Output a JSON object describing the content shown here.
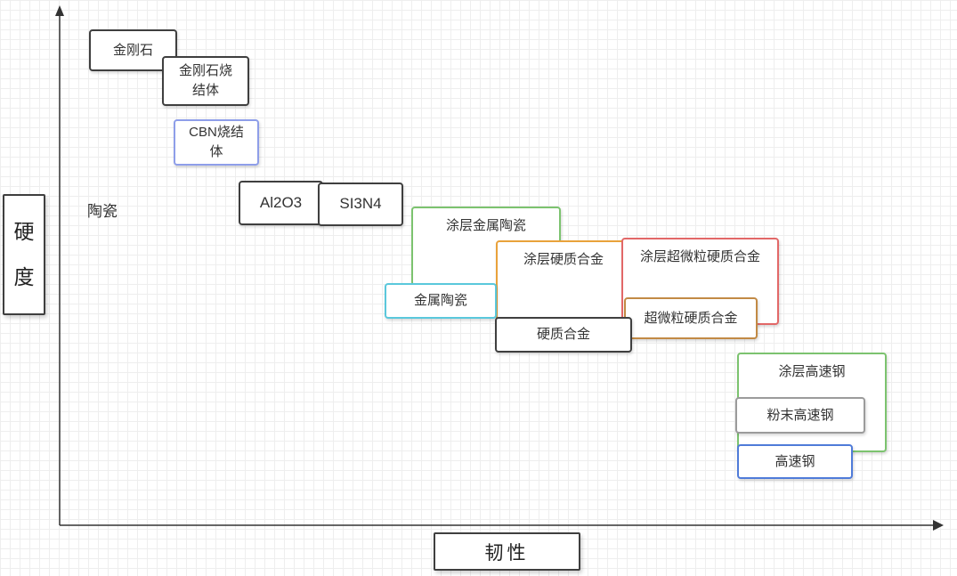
{
  "diagram": {
    "type": "material-positioning-diagram",
    "axes": {
      "x_label": "韧性",
      "y_label": "硬度",
      "axis_color": "#333333"
    },
    "free_labels": [
      {
        "text": "陶瓷"
      }
    ],
    "boxes": [
      {
        "id": "diamond",
        "label": "金刚石",
        "color": "#3f3f3f"
      },
      {
        "id": "diamond-sintered",
        "label": "金刚石烧结体",
        "color": "#3f3f3f"
      },
      {
        "id": "cbn-sintered",
        "label": "CBN烧结体",
        "color": "#8e9ee9"
      },
      {
        "id": "al2o3",
        "label": "Al2O3",
        "color": "#3f3f3f"
      },
      {
        "id": "si3n4",
        "label": "SI3N4",
        "color": "#3f3f3f"
      },
      {
        "id": "coated-cermet",
        "label": "涂层金属陶瓷",
        "color": "#7cc36f"
      },
      {
        "id": "coated-carbide",
        "label": "涂层硬质合金",
        "color": "#e9a23b"
      },
      {
        "id": "coated-ultrafine-carbide",
        "label": "涂层超微粒硬质合金",
        "color": "#e26868"
      },
      {
        "id": "cermet",
        "label": "金属陶瓷",
        "color": "#5ac8dc"
      },
      {
        "id": "ultrafine-carbide",
        "label": "超微粒硬质合金",
        "color": "#c28a45"
      },
      {
        "id": "carbide",
        "label": "硬质合金",
        "color": "#3f3f3f"
      },
      {
        "id": "coated-hss",
        "label": "涂层高速钢",
        "color": "#7cc36f"
      },
      {
        "id": "powder-hss",
        "label": "粉末高速钢",
        "color": "#9b9b9b"
      },
      {
        "id": "hss",
        "label": "高速钢",
        "color": "#4f7bd9"
      }
    ]
  }
}
